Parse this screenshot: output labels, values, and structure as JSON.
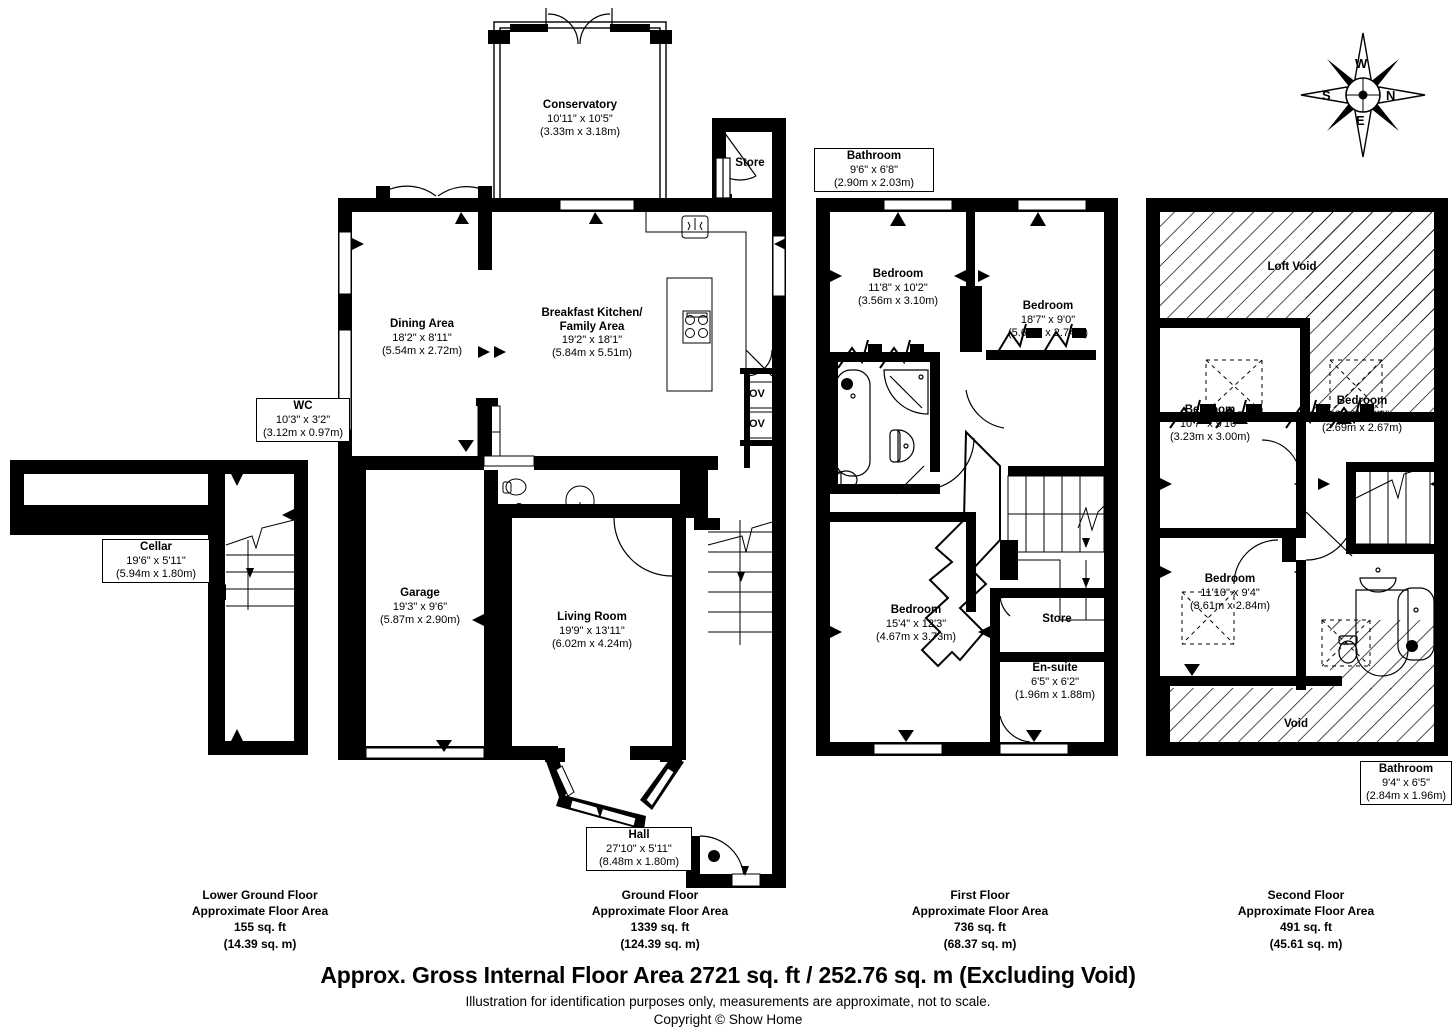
{
  "document": {
    "type": "property-floor-plan",
    "gross_area": "Approx. Gross Internal Floor Area 2721 sq. ft / 252.76 sq. m (Excluding Void)",
    "disclaimer": "Illustration for identification purposes only, measurements are approximate, not to scale.",
    "copyright": "Copyright © Show Home"
  },
  "compass": {
    "north": "N",
    "south": "S",
    "east": "E",
    "west": "W"
  },
  "floors": [
    {
      "id": "lower-ground",
      "caption": {
        "name": "Lower Ground Floor",
        "area_label": "Approximate Floor Area",
        "area_ft": "155 sq. ft",
        "area_m": "(14.39 sq. m)"
      },
      "rooms": [
        {
          "id": "cellar",
          "name": "Cellar",
          "imperial": "19'6\" x 5'11\"",
          "metric": "(5.94m x 1.80m)"
        }
      ]
    },
    {
      "id": "ground",
      "caption": {
        "name": "Ground Floor",
        "area_label": "Approximate Floor Area",
        "area_ft": "1339 sq. ft",
        "area_m": "(124.39 sq. m)"
      },
      "rooms": [
        {
          "id": "conservatory",
          "name": "Conservatory",
          "imperial": "10'11\" x 10'5\"",
          "metric": "(3.33m x 3.18m)"
        },
        {
          "id": "store-ground",
          "name": "Store",
          "imperial": "",
          "metric": ""
        },
        {
          "id": "dining-area",
          "name": "Dining Area",
          "imperial": "18'2\" x 8'11\"",
          "metric": "(5.54m x 2.72m)"
        },
        {
          "id": "breakfast-kitchen",
          "name": "Breakfast Kitchen/",
          "name2": "Family Area",
          "imperial": "19'2\" x 18'1\"",
          "metric": "(5.84m x 5.51m)"
        },
        {
          "id": "wc",
          "name": "WC",
          "imperial": "10'3\" x 3'2\"",
          "metric": "(3.12m x 0.97m)"
        },
        {
          "id": "garage",
          "name": "Garage",
          "imperial": "19'3\" x 9'6\"",
          "metric": "(5.87m x 2.90m)"
        },
        {
          "id": "living-room",
          "name": "Living Room",
          "imperial": "19'9\" x 13'11\"",
          "metric": "(6.02m x 4.24m)"
        },
        {
          "id": "hall",
          "name": "Hall",
          "imperial": "27'10\" x 5'11\"",
          "metric": "(8.48m x 1.80m)"
        }
      ],
      "appliances": [
        {
          "id": "oven-upper",
          "label": "OV"
        },
        {
          "id": "oven-lower",
          "label": "OV"
        }
      ]
    },
    {
      "id": "first",
      "caption": {
        "name": "First Floor",
        "area_label": "Approximate Floor Area",
        "area_ft": "736 sq. ft",
        "area_m": "(68.37 sq. m)"
      },
      "rooms": [
        {
          "id": "bathroom-first",
          "name": "Bathroom",
          "imperial": "9'6\" x 6'8\"",
          "metric": "(2.90m x 2.03m)"
        },
        {
          "id": "bedroom-1-first",
          "name": "Bedroom",
          "imperial": "11'8\" x 10'2\"",
          "metric": "(3.56m x 3.10m)"
        },
        {
          "id": "bedroom-2-first",
          "name": "Bedroom",
          "imperial": "18'7\" x 9'0\"",
          "metric": "(5.66m x 2.74m)"
        },
        {
          "id": "bedroom-3-first",
          "name": "Bedroom",
          "imperial": "15'4\" x 12'3\"",
          "metric": "(4.67m x 3.73m)"
        },
        {
          "id": "store-first",
          "name": "Store",
          "imperial": "",
          "metric": ""
        },
        {
          "id": "en-suite",
          "name": "En-suite",
          "imperial": "6'5\" x 6'2\"",
          "metric": "(1.96m x 1.88m)"
        }
      ]
    },
    {
      "id": "second",
      "caption": {
        "name": "Second Floor",
        "area_label": "Approximate Floor Area",
        "area_ft": "491 sq. ft",
        "area_m": "(45.61 sq. m)"
      },
      "rooms": [
        {
          "id": "loft-void",
          "name": "Loft Void",
          "imperial": "",
          "metric": ""
        },
        {
          "id": "bedroom-1-second",
          "name": "Bedroom",
          "imperial": "10'7\" x 9'10\"",
          "metric": "(3.23m x 3.00m)"
        },
        {
          "id": "bedroom-2-second",
          "name": "Bedroom",
          "imperial": "8'10\" x 8'9\"",
          "metric": "(2.69m x 2.67m)"
        },
        {
          "id": "bedroom-3-second",
          "name": "Bedroom",
          "imperial": "11'10\" x 9'4\"",
          "metric": "(3.61m x 2.84m)"
        },
        {
          "id": "void",
          "name": "Void",
          "imperial": "",
          "metric": ""
        },
        {
          "id": "bathroom-second",
          "name": "Bathroom",
          "imperial": "9'4\" x 6'5\"",
          "metric": "(2.84m x 1.96m)"
        }
      ]
    }
  ],
  "colors": {
    "wall": "#000000",
    "background": "#ffffff",
    "hatch": "#000000"
  }
}
